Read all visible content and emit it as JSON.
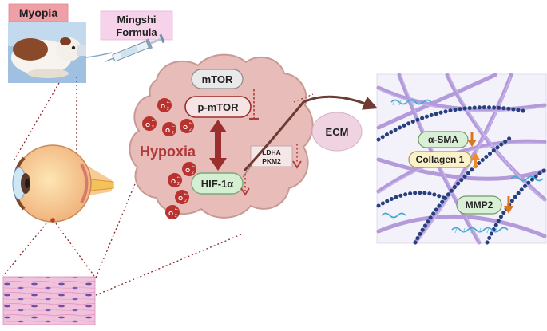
{
  "labels": {
    "myopia": "Myopia",
    "formula_line1": "Mingshi",
    "formula_line2": "Formula",
    "hypoxia": "Hypoxia",
    "ecm": "ECM",
    "oxygen": "O",
    "oxygen_sup": "2",
    "oxygen_charge": "•−"
  },
  "pathway": {
    "mtor": "mTOR",
    "p_mtor": "p-mTOR",
    "hif1a": "HIF-1α",
    "ldha": "LDHA",
    "pkm2": "PKM2"
  },
  "ecm_markers": {
    "a_sma": "α-SMA",
    "collagen1": "Collagen 1",
    "mmp2": "MMP2"
  },
  "colors": {
    "hypoxia_fill": "#e8bcb8",
    "hypoxia_text": "#b03a3a",
    "dark_red": "#9b2f2f",
    "ecm_fill": "#efd3e0",
    "marker_fill": "#d9efd6",
    "collagen_fill": "#fbf2c9",
    "up_arrow": "#f08a24",
    "down_arrow": "#d9771f",
    "fiber": "#a98bd6",
    "dotted_chain": "#26407e",
    "teal_strand": "#46a7cf"
  }
}
